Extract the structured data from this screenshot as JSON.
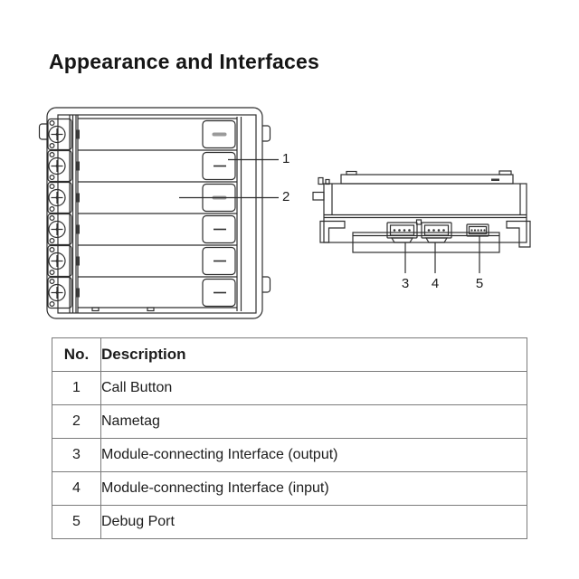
{
  "page": {
    "title": "Appearance and Interfaces"
  },
  "diagram": {
    "front_view": {
      "callouts": {
        "c1": "1",
        "c2": "2"
      }
    },
    "side_view": {
      "callouts": {
        "c3": "3",
        "c4": "4",
        "c5": "5"
      }
    }
  },
  "table": {
    "headers": {
      "no": "No.",
      "description": "Description"
    },
    "rows": [
      {
        "no": "1",
        "description": "Call Button"
      },
      {
        "no": "2",
        "description": "Nametag"
      },
      {
        "no": "3",
        "description": "Module-connecting Interface (output)"
      },
      {
        "no": "4",
        "description": "Module-connecting Interface (input)"
      },
      {
        "no": "5",
        "description": "Debug Port"
      }
    ]
  },
  "colors": {
    "diagram_line": "#2e2e2e",
    "table_border": "#7b7b7b",
    "text": "#1c1c1c",
    "background": "#ffffff"
  }
}
